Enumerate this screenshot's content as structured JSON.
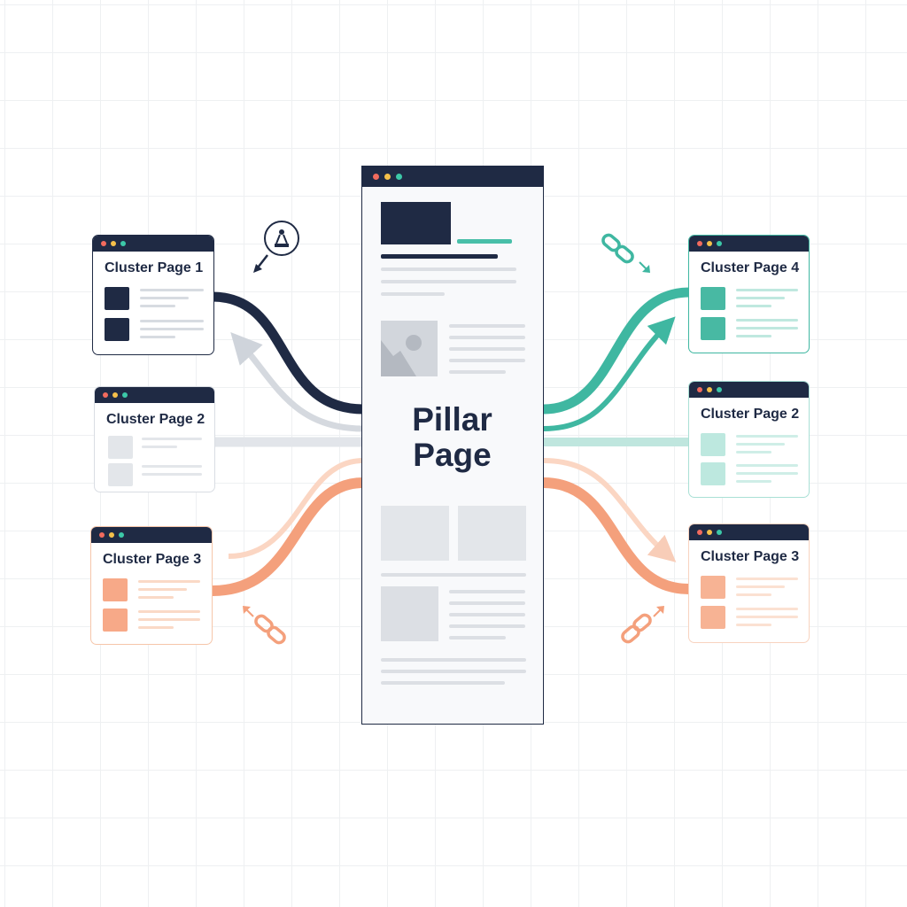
{
  "pillar": {
    "title_line1": "Pillar",
    "title_line2": "Page"
  },
  "clusters_left": [
    {
      "title": "Cluster Page 1"
    },
    {
      "title": "Cluster Page 2"
    },
    {
      "title": "Cluster Page 3"
    }
  ],
  "clusters_right": [
    {
      "title": "Cluster Page 4"
    },
    {
      "title": "Cluster Page 2"
    },
    {
      "title": "Cluster Page 3"
    }
  ],
  "colors": {
    "navy": "#1f2a44",
    "teal": "#3fb7a1",
    "orange": "#f4a07c",
    "gray": "#d5d9df",
    "grid": "#eef0f2"
  },
  "icons": [
    "pin-icon",
    "link-icon",
    "link-icon",
    "link-icon"
  ]
}
